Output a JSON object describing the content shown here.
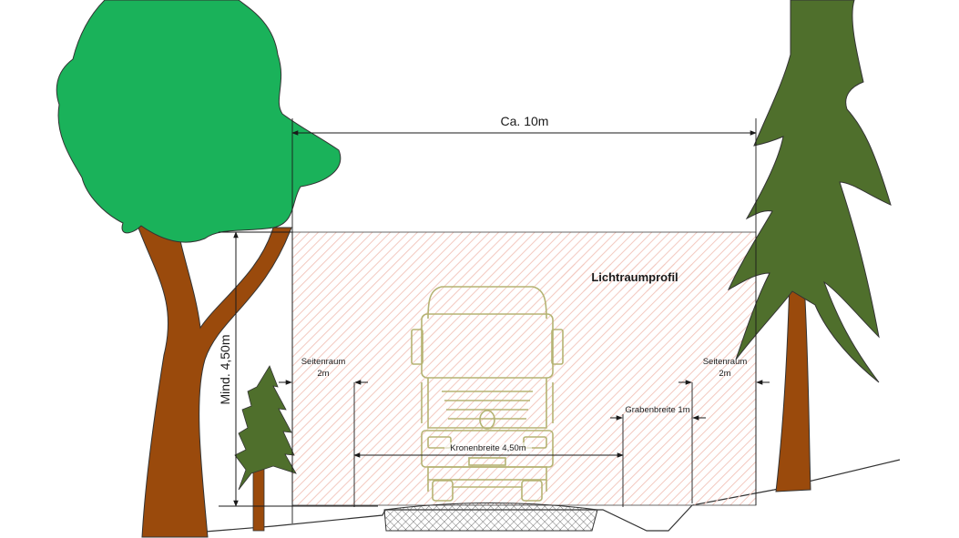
{
  "labels": {
    "width": "Ca. 10m",
    "height": "Mind. 4,50m",
    "profile": "Lichtraumprofil",
    "side_left": "Seitenraum",
    "side_left_width": "2m",
    "side_right": "Seitenraum",
    "side_right_width": "2m",
    "ditch": "Grabenbreite 1m",
    "crown": "Kronenbreite 4,50m"
  },
  "colors": {
    "broadleaf_crown": "#1ab25a",
    "trunk": "#9a4a0c",
    "conifer": "#4f6f2c",
    "profile_hatch": "#f3c9c0",
    "truck_outline": "#b5b373",
    "road_fill": "#d9d9d9",
    "line": "#1a1a1a"
  }
}
